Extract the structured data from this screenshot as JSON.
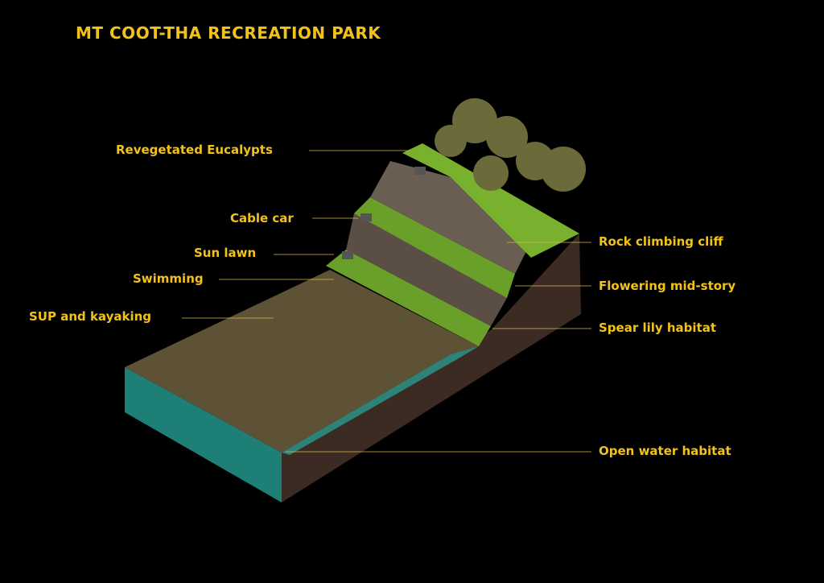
{
  "title": "MT COOT-THA RECREATION PARK",
  "labels": {
    "eucalypts": "Revegetated Eucalypts",
    "cable_car": "Cable car",
    "sun_lawn": "Sun lawn",
    "swimming": "Swimming",
    "sup": "SUP and kayaking",
    "rock": "Rock climbing cliff",
    "flowering": "Flowering mid-story",
    "spear": "Spear lily habitat",
    "open_water": "Open water habitat"
  },
  "colors": {
    "accent": "#f2c21b",
    "water": "#1f8a80",
    "earth": "#3a2a22",
    "grass": "#6fa52a"
  }
}
